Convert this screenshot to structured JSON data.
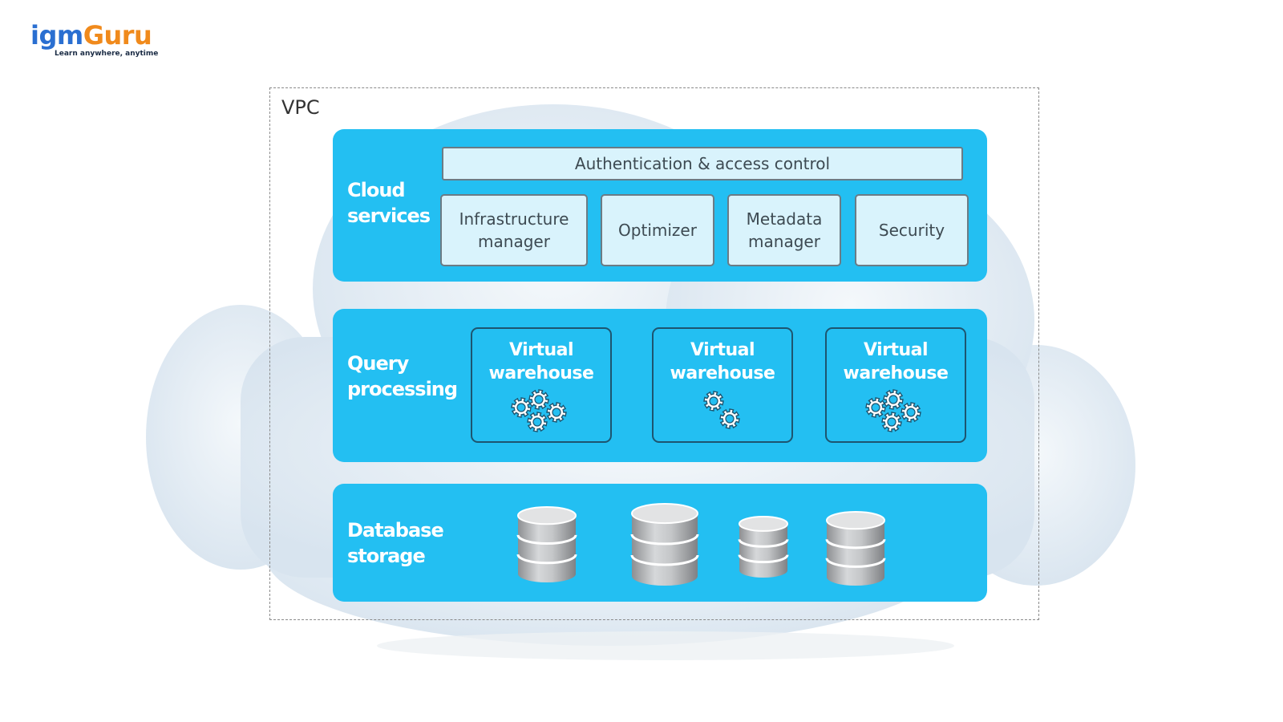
{
  "logo": {
    "brand_part1": "igm",
    "brand_part2": "Guru",
    "tagline": "Learn anywhere, anytime"
  },
  "diagram": {
    "container_label": "VPC",
    "layers": {
      "cloud_services": {
        "title_line1": "Cloud",
        "title_line2": "services",
        "auth_bar": "Authentication & access control",
        "services": [
          "Infrastructure\nmanager",
          "Optimizer",
          "Metadata\nmanager",
          "Security"
        ]
      },
      "query_processing": {
        "title_line1": "Query",
        "title_line2": "processing",
        "warehouses": [
          {
            "label": "Virtual\nwarehouse",
            "gear_count": 4
          },
          {
            "label": "Virtual\nwarehouse",
            "gear_count": 2
          },
          {
            "label": "Virtual\nwarehouse",
            "gear_count": 4
          }
        ]
      },
      "database_storage": {
        "title_line1": "Database",
        "title_line2": "storage",
        "database_count": 4
      }
    }
  },
  "colors": {
    "layer_fill": "#23bff2",
    "service_box_fill": "#d9f3fc",
    "cloud_background": "#dce7f1",
    "brand_blue": "#2a6fd1",
    "brand_orange": "#f08a1c"
  }
}
